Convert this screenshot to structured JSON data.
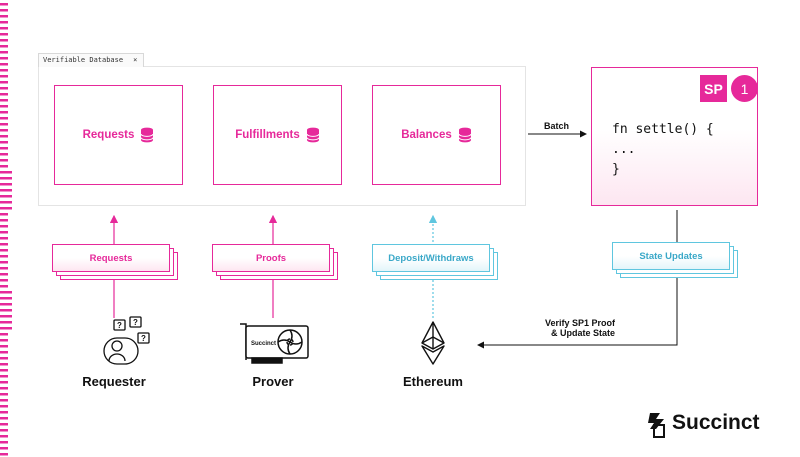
{
  "database": {
    "tab_label": "Verifiable Database",
    "tab_close": "×",
    "boxes": [
      {
        "label": "Requests"
      },
      {
        "label": "Fulfillments"
      },
      {
        "label": "Balances"
      }
    ]
  },
  "batch_label": "Batch",
  "sp1": {
    "badge": "SP",
    "number": "1",
    "code": [
      "fn settle() {",
      "...",
      "}"
    ]
  },
  "stacks": {
    "requests": "Requests",
    "proofs": "Proofs",
    "deposits": "Deposit/Withdraws",
    "state_updates": "State Updates"
  },
  "verify_label": [
    "Verify SP1 Proof",
    "& Update State"
  ],
  "actors": {
    "requester": "Requester",
    "prover": "Prover",
    "ethereum": "Ethereum"
  },
  "gpu_text": "Succinct",
  "logo": "Succinct",
  "colors": {
    "pink": "#e6299a",
    "blue": "#5fc6df",
    "ink": "#111111"
  },
  "icons": [
    "database-icon",
    "requester-icon",
    "gpu-icon",
    "ethereum-icon",
    "succinct-logo-icon"
  ]
}
